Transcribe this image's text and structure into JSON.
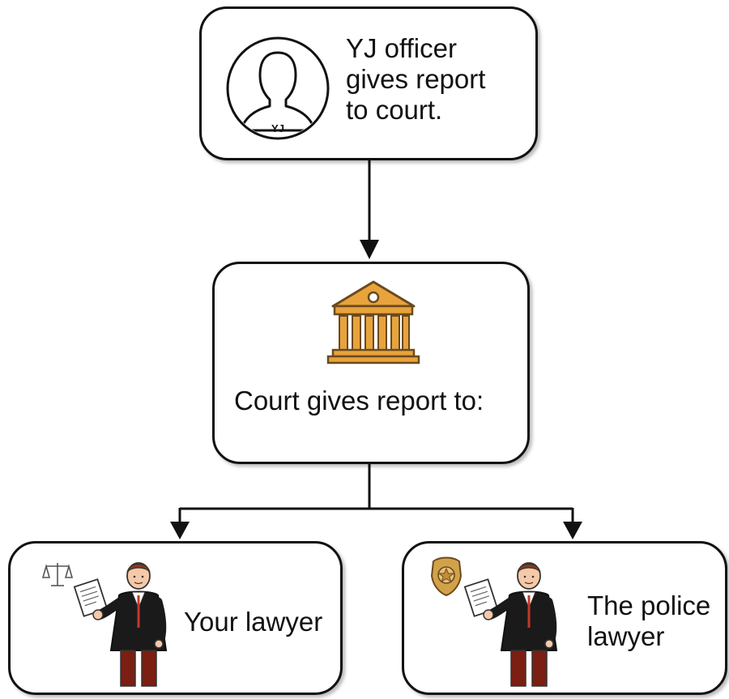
{
  "diagram": {
    "nodes": {
      "yj_officer": {
        "lines": [
          "YJ officer",
          "gives report",
          "to court."
        ],
        "icon": "person-silhouette-icon",
        "icon_badge": "YJ"
      },
      "court": {
        "lines": [
          "Court gives report to:"
        ],
        "icon": "courthouse-icon"
      },
      "your_lawyer": {
        "lines": [
          "Your lawyer"
        ],
        "icon": "lawyer-with-scales-icon"
      },
      "police_lawyer": {
        "lines": [
          "The police",
          "lawyer"
        ],
        "icon": "lawyer-with-police-badge-icon"
      }
    },
    "edges": [
      {
        "from": "yj_officer",
        "to": "court"
      },
      {
        "from": "court",
        "to": "your_lawyer"
      },
      {
        "from": "court",
        "to": "police_lawyer"
      }
    ],
    "colors": {
      "outline": "#111111",
      "courthouse_gold": "#E8A33C",
      "courthouse_dark": "#6B4A1E",
      "lawyer_robe": "#1A1A1A",
      "lawyer_skin": "#F6C9A8",
      "lawyer_hair": "#8B3A1A",
      "lawyer_trousers": "#7A1F12",
      "badge_gold": "#D2A24A"
    }
  }
}
